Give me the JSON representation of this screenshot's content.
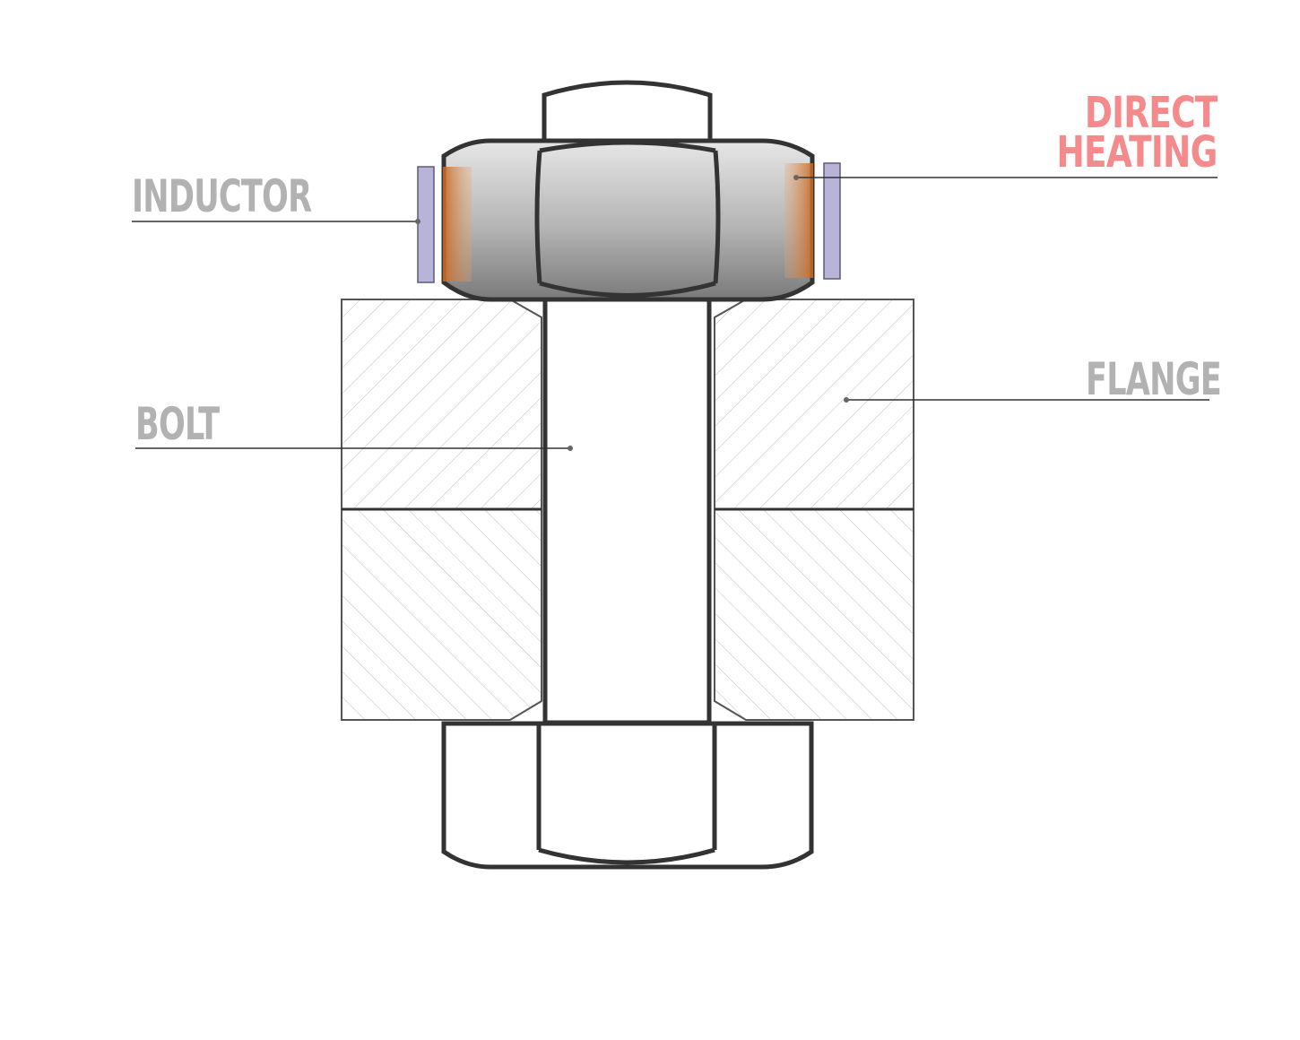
{
  "labels": {
    "inductor": "INDUCTOR",
    "bolt": "BOLT",
    "flange": "FLANGE",
    "direct_heating_line1": "DIRECT",
    "direct_heating_line2": "HEATING"
  },
  "colors": {
    "outline": "#333333",
    "label_gray": "#b2b2b2",
    "label_red": "#f58a8c",
    "inductor_coil": "#b7b4d8",
    "heated_zone": "#c8661e",
    "hatch": "#bdbdbd"
  }
}
